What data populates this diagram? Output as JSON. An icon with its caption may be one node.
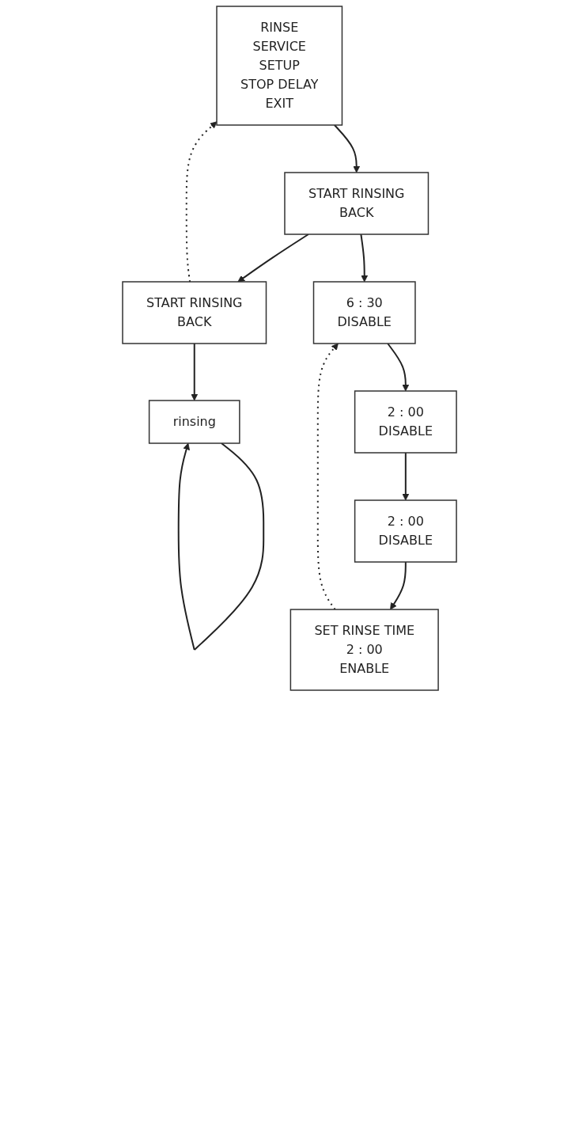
{
  "diagram": {
    "nodes": [
      {
        "text": [
          "RINSE",
          "SERVICE",
          "SETUP",
          "STOP DELAY",
          "EXIT"
        ]
      },
      {
        "text": [
          "START RINSING",
          "BACK"
        ]
      },
      {
        "text": [
          "START RINSING",
          "BACK"
        ]
      },
      {
        "text": [
          "rinsing"
        ]
      },
      {
        "text": [
          "6 : 30",
          "DISABLE"
        ]
      },
      {
        "text": [
          "2 : 00",
          "DISABLE"
        ]
      },
      {
        "text": [
          "2 : 00",
          "DISABLE"
        ]
      },
      {
        "text": [
          "SET RINSE TIME",
          "2 : 00",
          "ENABLE"
        ]
      }
    ],
    "edges": [
      {
        "from": 0,
        "to": 1,
        "arrow": "to"
      },
      {
        "from": 1,
        "to": 2,
        "arrow": "to"
      },
      {
        "from": 2,
        "to": 0,
        "arrow": "to",
        "style": "dashed"
      },
      {
        "from": 1,
        "to": 4,
        "arrow": "to"
      },
      {
        "from": 2,
        "to": 3,
        "arrow": "to"
      },
      {
        "from": 3,
        "to": 3,
        "arrow": "to"
      },
      {
        "from": 4,
        "to": 5,
        "arrow": "to"
      },
      {
        "from": 5,
        "to": 6,
        "arrow": "to"
      },
      {
        "from": 6,
        "to": 7,
        "arrow": "to"
      },
      {
        "from": 7,
        "to": 4,
        "arrow": "to",
        "style": "dashed"
      }
    ]
  }
}
